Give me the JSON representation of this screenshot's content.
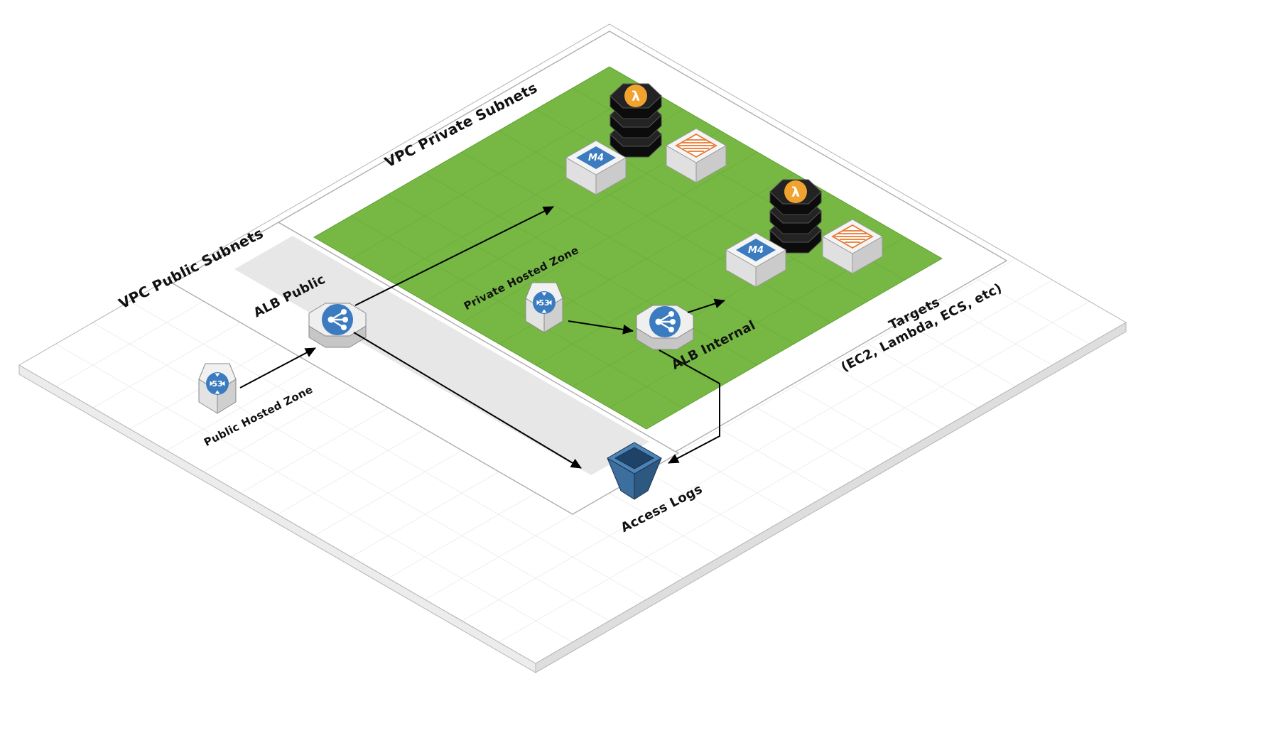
{
  "diagram": {
    "labels": {
      "vpc_private": "VPC Private Subnets",
      "vpc_public": "VPC Public Subnets",
      "alb_public": "ALB Public",
      "alb_internal": "ALB Internal",
      "public_hosted_zone": "Public Hosted Zone",
      "private_hosted_zone": "Private Hosted Zone",
      "access_logs": "Access Logs",
      "targets_line1": "Targets",
      "targets_line2": "(EC2, Lambda, ECS, etc)"
    },
    "icons": {
      "route53_label": "53",
      "m4_label": "M4",
      "lambda_symbol": "λ"
    },
    "colors": {
      "green_area": "#76b843",
      "green_grid": "#63a235",
      "public_strip": "#e7e7e7",
      "grid_line": "#d9d9d9",
      "panel_border": "#aeaeae",
      "aws_blue": "#3b7bbf",
      "lambda_orange": "#f0a32e",
      "container_orange": "#e8762d",
      "bucket_blue": "#3d6f9e",
      "arrow": "#000000",
      "label_text": "#111111"
    }
  }
}
